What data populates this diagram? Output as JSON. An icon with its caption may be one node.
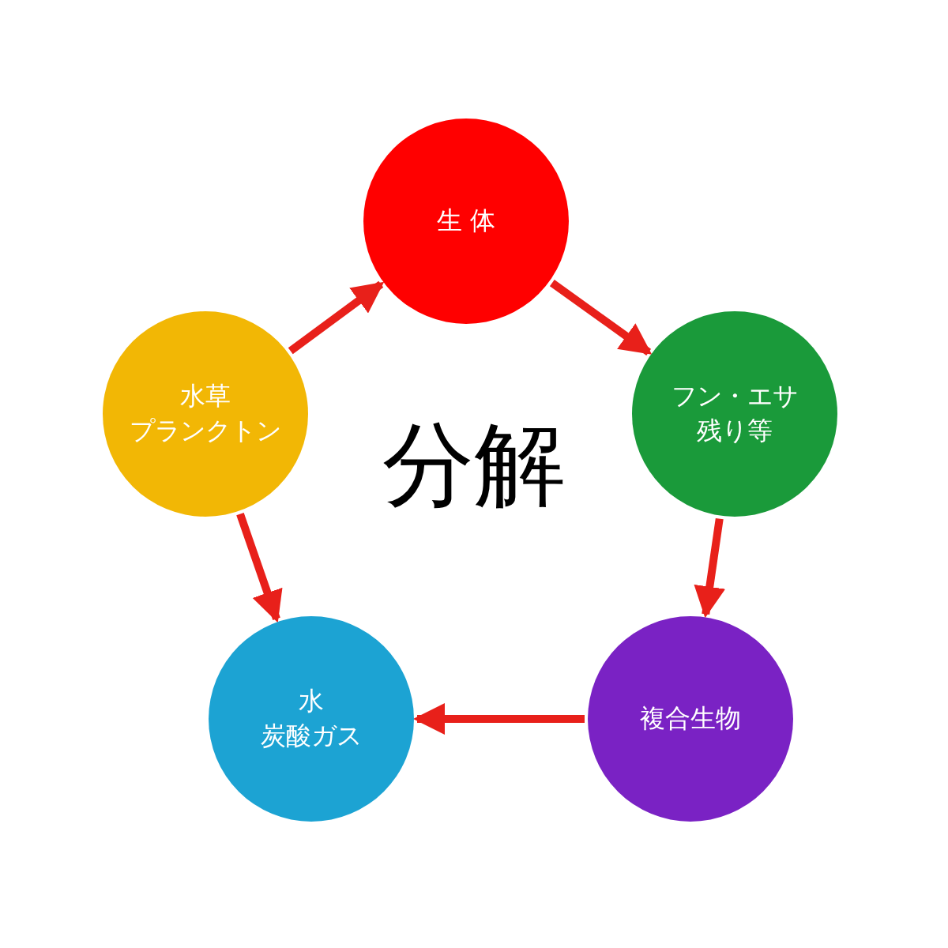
{
  "diagram": {
    "nodes": [
      {
        "text": [
          "生 体"
        ]
      },
      {
        "text": [
          "フン・エサ残り等"
        ]
      },
      {
        "text": [
          "複合生物"
        ]
      },
      {
        "text": [
          "水",
          "炭酸ガス"
        ]
      },
      {
        "text": [
          "水草",
          "プランクトン"
        ]
      }
    ],
    "edges": [
      {
        "from": 0,
        "to": 1,
        "arrow": "to"
      },
      {
        "from": 1,
        "to": 2,
        "arrow": "to"
      },
      {
        "from": 2,
        "to": 3,
        "arrow": "to"
      },
      {
        "from": 4,
        "to": 3,
        "arrow": "to"
      },
      {
        "from": 4,
        "to": 0,
        "arrow": "to"
      }
    ],
    "labels": [
      "分解"
    ]
  }
}
